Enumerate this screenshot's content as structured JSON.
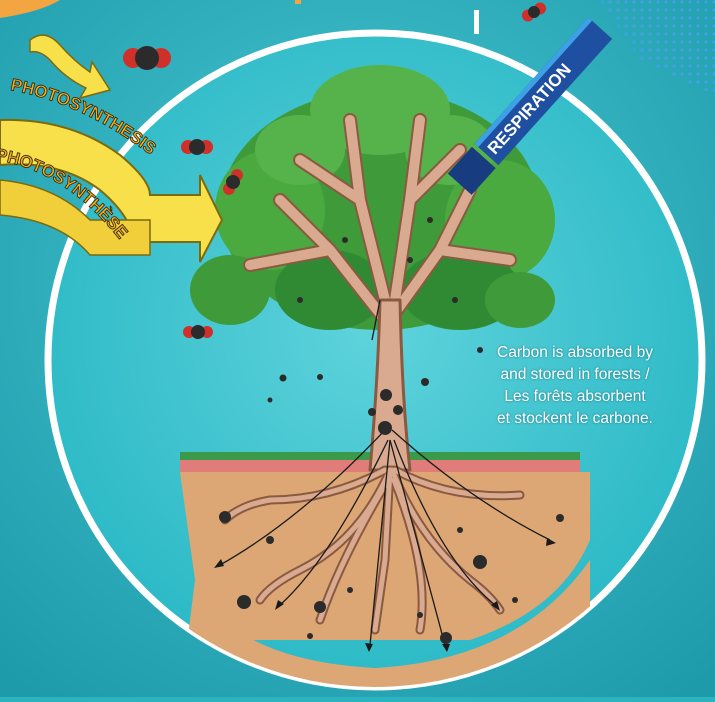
{
  "labels": {
    "photosynthesis_en": "PHOTOSYNTHESIS",
    "photosynthesis_fr": "PHOTOSYNTHÈSE",
    "respiration": "RESPIRATION",
    "carbon_text": [
      "Carbon is absorbed by",
      "and stored in forests /",
      "Les forêts absorbent",
      "et stockent le carbone."
    ]
  },
  "colors": {
    "background": "#2bb3c0",
    "circle": "#35c4d0",
    "circle_border": "#ffffff",
    "soil": "#dca775",
    "grass": "#3a9a4a",
    "foliage": "#3f9a3a",
    "trunk": "#cfa088",
    "sun_arrow": "#f8e04a",
    "respiration_arrow": "#1f4fa0",
    "carbon_particle": "#2b2b2b",
    "co2_molecule_red": "#d0302a"
  },
  "icons": [
    "sun-ray-arrow",
    "co2-molecule-icon",
    "respiration-arrow",
    "carbon-particle-icon",
    "tree-illustration"
  ]
}
